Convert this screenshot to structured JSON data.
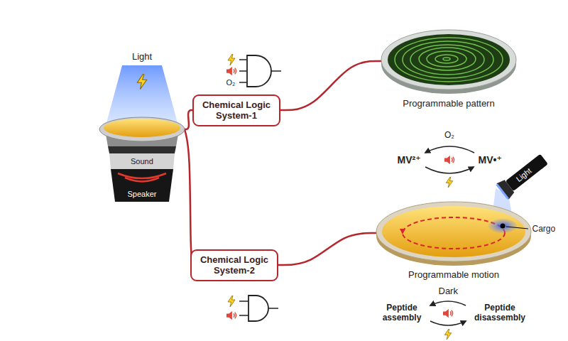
{
  "diagram": {
    "nodes": [
      {
        "text": [
          "Speaker"
        ]
      },
      {
        "text": [
          "Chemical Logic System-1"
        ]
      },
      {
        "text": [
          "Chemical Logic System-2"
        ]
      },
      {
        "text": [
          "Programmable pattern"
        ]
      },
      {
        "text": [
          "Programmable motion"
        ]
      }
    ],
    "edges": [
      {
        "from": 0,
        "to": 1,
        "arrow": "none"
      },
      {
        "from": 1,
        "to": 3,
        "arrow": "none"
      },
      {
        "from": 0,
        "to": 2,
        "arrow": "none"
      },
      {
        "from": 2,
        "to": 4,
        "arrow": "none"
      }
    ],
    "labels": [
      "Light",
      "Sound",
      "O₂",
      "O₂",
      "MV²⁺",
      "MV•⁺",
      "Light",
      "Cargo",
      "Dark",
      "Peptide assembly",
      "Peptide disassembly"
    ]
  }
}
